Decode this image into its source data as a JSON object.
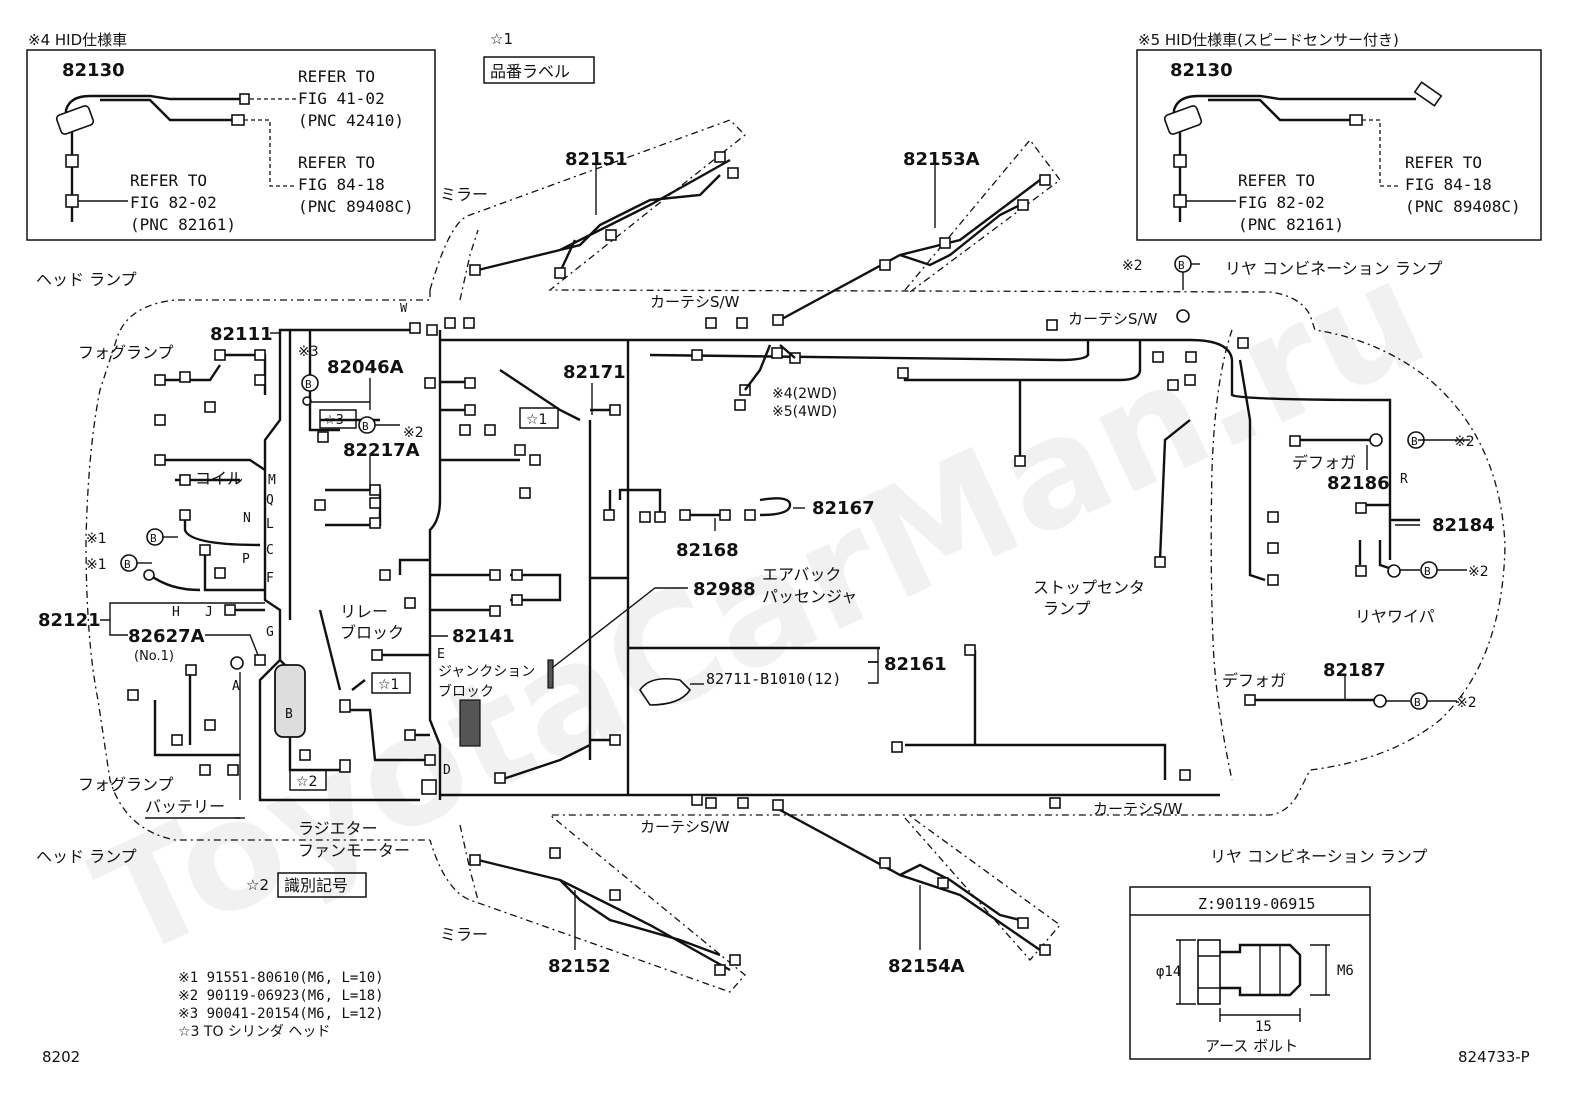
{
  "watermark": "ToyotaCarMan.ru",
  "inset_left": {
    "title": "※4 HID仕様車",
    "part": "82130",
    "refer1": [
      "REFER TO",
      "FIG 41-02",
      "(PNC 42410)"
    ],
    "refer2": [
      "REFER TO",
      "FIG 84-18",
      "(PNC 89408C)"
    ],
    "refer3": [
      "REFER TO",
      "FIG 82-02",
      "(PNC 82161)"
    ]
  },
  "inset_right": {
    "title": "※5 HID仕様車(スピードセンサー付き)",
    "part": "82130",
    "refer1": [
      "REFER TO",
      "FIG 84-18",
      "(PNC 89408C)"
    ],
    "refer2": [
      "REFER TO",
      "FIG 82-02",
      "(PNC 82161)"
    ]
  },
  "label_box": {
    "star": "☆1",
    "text": "品番ラベル"
  },
  "part_numbers": [
    "82151",
    "82153A",
    "82111",
    "82046A",
    "82217A",
    "82171",
    "82167",
    "82168",
    "82988",
    "82121",
    "82627A",
    "82141",
    "82161",
    "82186",
    "82184",
    "82187",
    "82152",
    "82154A"
  ],
  "labels": {
    "head_lamp": "ヘッド ランプ",
    "fog_lamp": "フォグランプ",
    "mirror": "ミラー",
    "coil": "コイル",
    "relay_block": [
      "リレー",
      "ブロック"
    ],
    "junction_block": [
      "ジャンクション",
      "ブロック"
    ],
    "airbag": [
      "エアバック",
      "パッセンジャ"
    ],
    "courtesy_sw": "カーテシS/W",
    "rear_combi": "リヤ コンビネーション ランプ",
    "defogger": "デフォガ",
    "rear_wiper": "リヤワイパ",
    "stop_center": [
      "ストップセンタ",
      "ランプ"
    ],
    "battery": "バッテリー",
    "radiator_fan": [
      "ラジエター",
      "ファンモーター"
    ],
    "id_mark": "識別記号",
    "no1": "(No.1)",
    "wd2": "※4(2WD)",
    "wd4": "※5(4WD)",
    "clip_part": "82711-B1010(12)"
  },
  "letters": [
    "W",
    "M",
    "Q",
    "L",
    "C",
    "F",
    "N",
    "P",
    "H",
    "J",
    "G",
    "A",
    "B",
    "E",
    "D",
    "R"
  ],
  "bolt": {
    "title": "Z:90119-06915",
    "dia": "φ14",
    "thread": "M6",
    "len": "15",
    "name": "アース ボルト"
  },
  "footnotes": [
    "※1  91551-80610(M6, L=10)",
    "※2  90119-06923(M6, L=18)",
    "※3  90041-20154(M6, L=12)",
    "☆3  TO シリンダ ヘッド"
  ],
  "fig_no": "8202",
  "code": "824733-P"
}
